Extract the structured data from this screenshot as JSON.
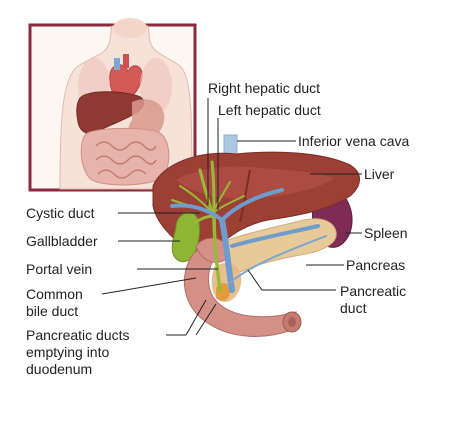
{
  "labels": {
    "right_hepatic_duct": "Right hepatic duct",
    "left_hepatic_duct": "Left hepatic duct",
    "inferior_vena_cava": "Inferior vena cava",
    "liver": "Liver",
    "cystic_duct": "Cystic duct",
    "gallbladder": "Gallbladder",
    "spleen": "Spleen",
    "pancreas": "Pancreas",
    "portal_vein": "Portal vein",
    "common_bile_duct_1": "Common",
    "common_bile_duct_2": "bile duct",
    "pancreatic_duct_1": "Pancreatic",
    "pancreatic_duct_2": "duct",
    "pancreatic_ducts_1": "Pancreatic ducts",
    "pancreatic_ducts_2": "emptying into",
    "pancreatic_ducts_3": "duodenum"
  },
  "colors": {
    "inset_frame": "#8a2a3e",
    "liver": "#9c3f35",
    "liver_highlight": "#b8544a",
    "vena_cava": "#aac8e2",
    "duct_blue": "#6f9ccc",
    "bile_duct_green": "#9ab83a",
    "gallbladder": "#8fb536",
    "spleen": "#7e2b55",
    "pancreas": "#e8c99a",
    "duodenum": "#d48f86",
    "skin": "#f6e2d8"
  }
}
